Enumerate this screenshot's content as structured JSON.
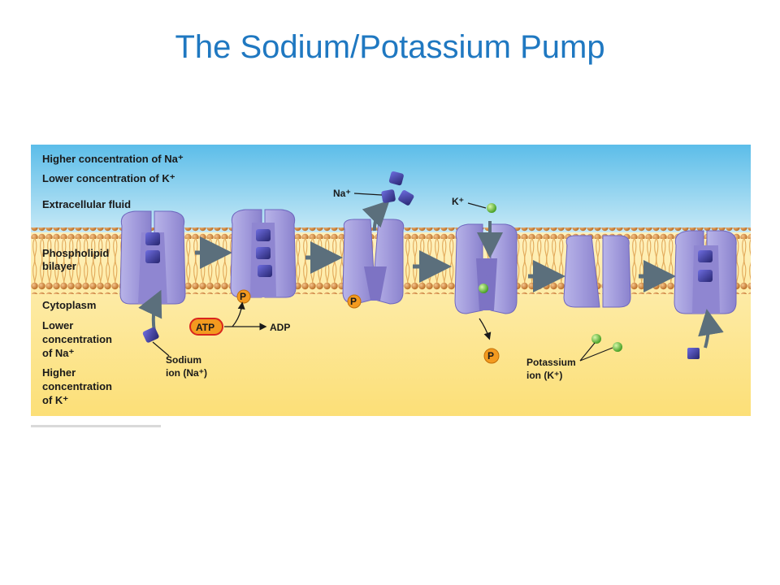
{
  "slide": {
    "title": "The Sodium/Potassium Pump"
  },
  "figure": {
    "labels": {
      "higher_na": "Higher concentration of Na⁺",
      "lower_k": "Lower concentration of K⁺",
      "extracellular": "Extracellular fluid",
      "phospholipid_1": "Phospholipid",
      "phospholipid_2": "bilayer",
      "cytoplasm": "Cytoplasm",
      "lower_1": "Lower",
      "lower_2": "concentration",
      "lower_3": "of Na⁺",
      "higher_1": "Higher",
      "higher_2": "concentration",
      "higher_3": "of K⁺",
      "na_plus": "Na⁺",
      "k_plus": "K⁺",
      "sodium_1": "Sodium",
      "sodium_2": "ion (Na⁺)",
      "potassium_1": "Potassium",
      "potassium_2": "ion (K⁺)",
      "atp": "ATP",
      "adp": "ADP",
      "p": "P"
    }
  },
  "colors": {
    "title": "#1f78c1",
    "extracellular_top": "#5bbde9",
    "extracellular_bottom": "#c7e9f6",
    "cytoplasm_top": "#fde79a",
    "cytoplasm_bottom": "#fcdf77",
    "protein": "#a9a4dd",
    "protein_dark": "#7d73c4",
    "sodium_ion": "#3b3aa0",
    "potassium_ion": "#6cc83a",
    "phosphate": "#f39a1f",
    "arrow": "#5b6f7c"
  }
}
